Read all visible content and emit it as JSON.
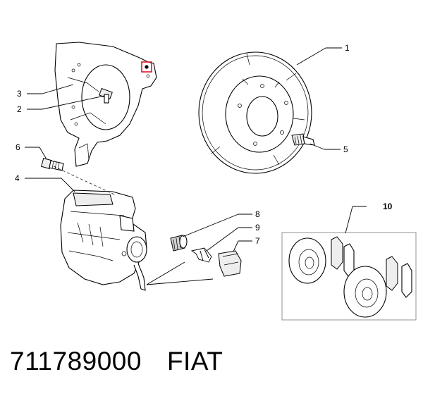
{
  "callouts": {
    "c1": "1",
    "c2": "2",
    "c3": "3",
    "c4": "4",
    "c5": "5",
    "c6": "6",
    "c7": "7",
    "c8": "8",
    "c9": "9",
    "c10": "10"
  },
  "caption": {
    "part_number": "711789000",
    "brand": "FIAT"
  },
  "colors": {
    "highlight": "#e0142a",
    "line": "#000000",
    "inset_border": "#888888"
  }
}
